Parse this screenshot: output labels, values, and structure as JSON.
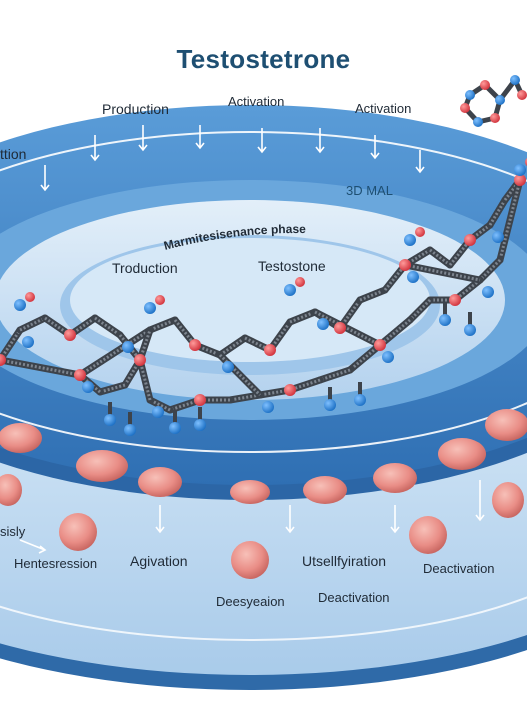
{
  "title": "Testostetrone",
  "top_labels": [
    "Production",
    "Activation",
    "Activation",
    "ttion"
  ],
  "inner_labels": {
    "ring_tag": "3D MAL",
    "arc_text": "Marmitesisenance phase",
    "center_title": "Testostone",
    "left_label": "Troduction"
  },
  "bottom_labels": [
    "Hentesression",
    "Agivation",
    "Utsellfyiration",
    "Deactivation",
    "Deesyeaion",
    "Deactivation",
    "sisly"
  ],
  "colors": {
    "ring_outer": "#3b7fc4",
    "ring_light": "#cfe4f6",
    "molecule_bond": "#4a4f57",
    "oxygen": "#e0464a",
    "hydrogen": "#2b86d6",
    "cell": "#e98d86"
  }
}
